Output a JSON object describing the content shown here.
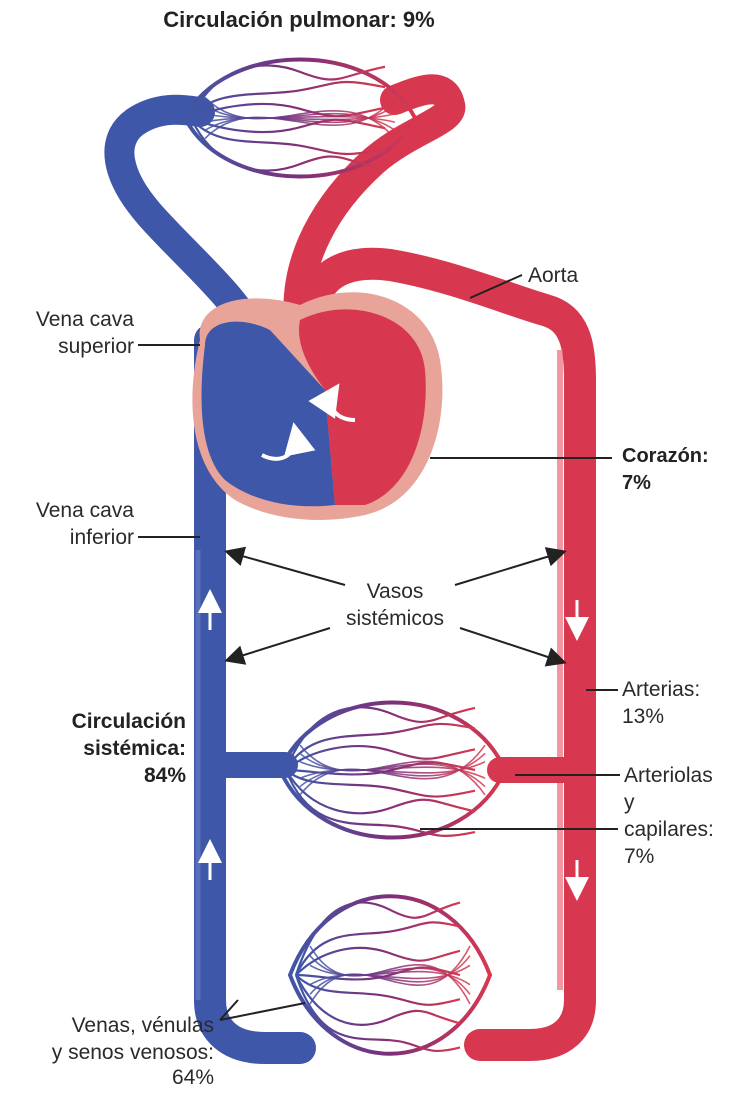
{
  "labels": {
    "pulmonary": "Circulación pulmonar: 9%",
    "aorta": "Aorta",
    "svc_1": "Vena cava",
    "svc_2": "superior",
    "ivc_1": "Vena cava",
    "ivc_2": "inferior",
    "heart_1": "Corazón:",
    "heart_2": "7%",
    "vessels_1": "Vasos",
    "vessels_2": "sistémicos",
    "systemic_1": "Circulación",
    "systemic_2": "sistémica:",
    "systemic_3": "84%",
    "arteries_1": "Arterias:",
    "arteries_2": "13%",
    "arterioles_1": "Arteriolas",
    "arterioles_2": "y",
    "arterioles_3": "capilares:",
    "arterioles_4": "7%",
    "veins_1": "Venas, vénulas",
    "veins_2": "y senos venosos:",
    "veins_3": "64%"
  },
  "colors": {
    "vein": "#3f57a8",
    "artery": "#d8384f",
    "capillary": "#7d2f7a",
    "pericardium": "#e9a49a",
    "leader": "#222222"
  }
}
